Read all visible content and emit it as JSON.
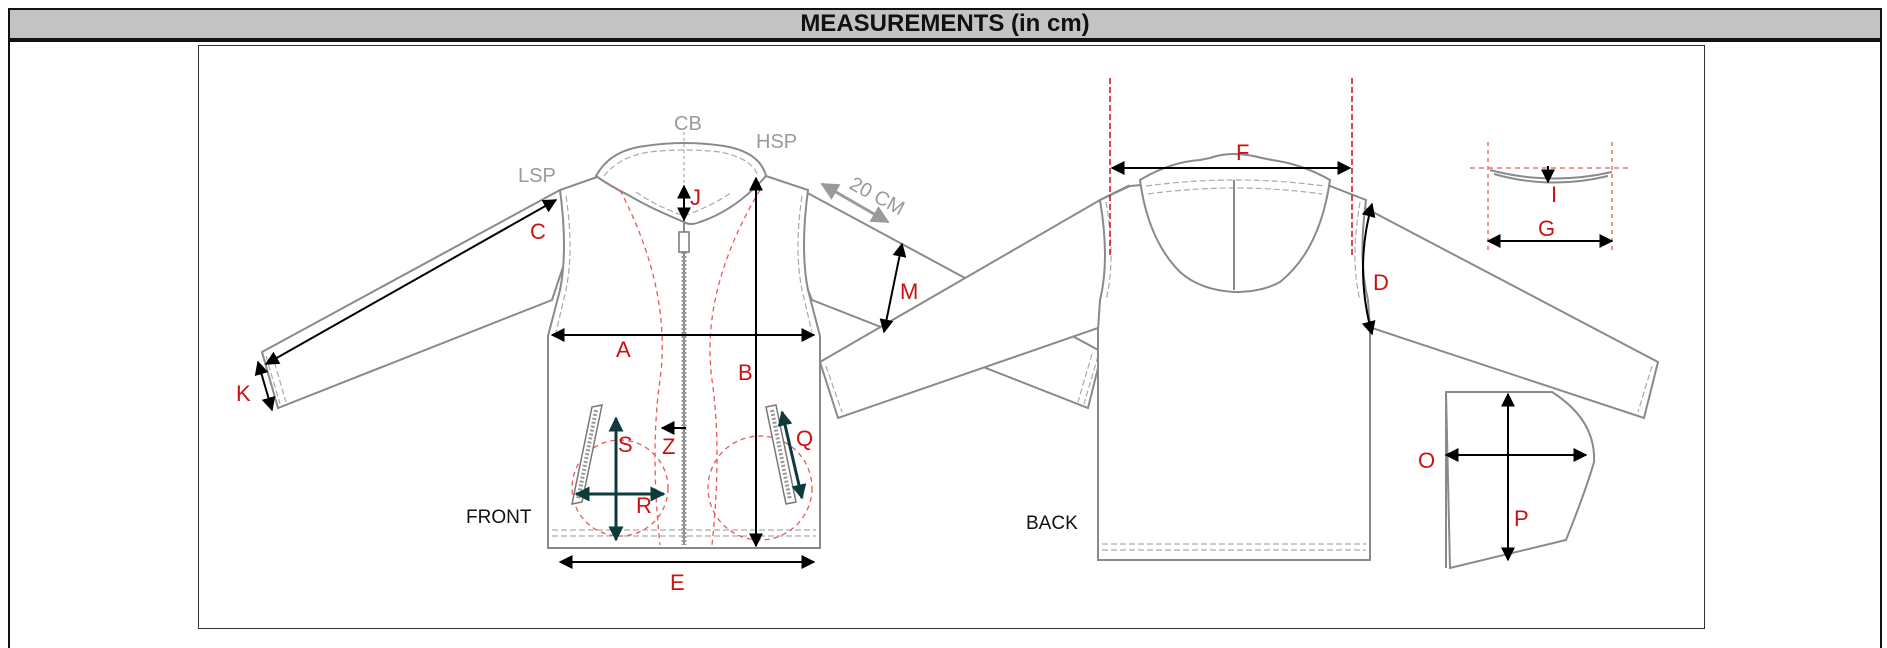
{
  "header": {
    "title": "MEASUREMENTS (in cm)"
  },
  "diagram": {
    "views": {
      "front": "FRONT",
      "back": "BACK"
    },
    "reference_labels": {
      "cb": "CB",
      "hsp": "HSP",
      "lsp": "LSP",
      "sleeve_note": "20 CM"
    },
    "measure_labels": {
      "a": "A",
      "b": "B",
      "c": "C",
      "d": "D",
      "e": "E",
      "f": "F",
      "g": "G",
      "i": "I",
      "j": "J",
      "k": "K",
      "m": "M",
      "o": "O",
      "p": "P",
      "q": "Q",
      "r": "R",
      "s": "S",
      "z": "Z"
    }
  },
  "colors": {
    "header_bg": "#c3c3c3",
    "label_red": "#cc1111",
    "garment_stroke": "#8a8a8a",
    "pocket_arrow": "#0d3b3b"
  }
}
